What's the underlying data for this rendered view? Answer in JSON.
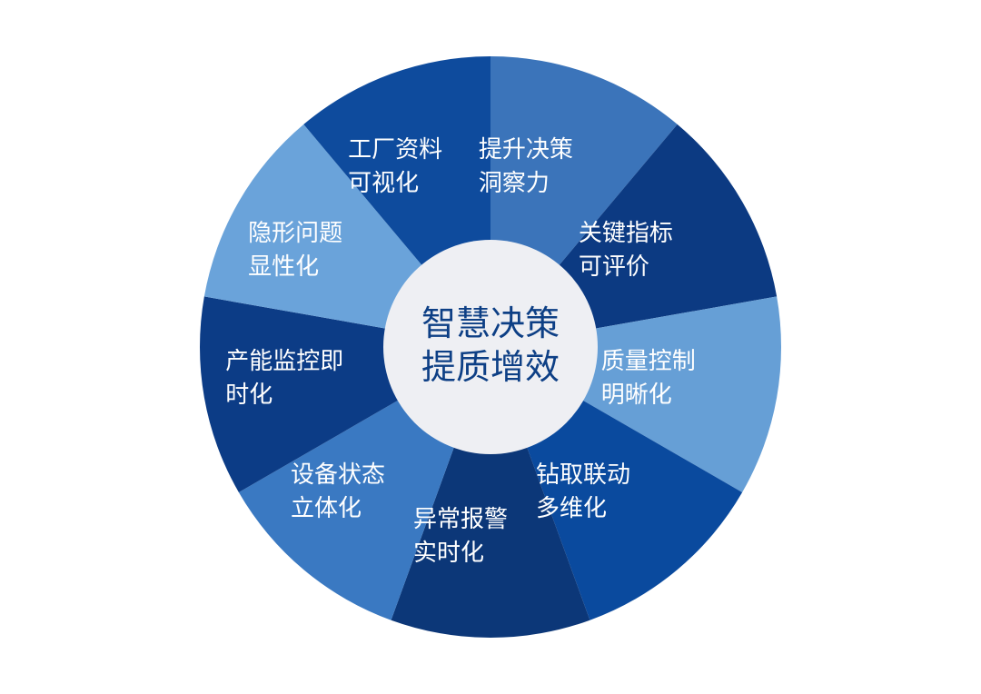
{
  "center": {
    "line1": "智慧决策",
    "line2": "提质增效",
    "fill": "#eeeff3",
    "text_color": "#0d3f85"
  },
  "segments": [
    {
      "line1": "提升决策",
      "line2": "洞察力",
      "color": "#3b74ba"
    },
    {
      "line1": "关键指标",
      "line2": "可评价",
      "color": "#0c3a82"
    },
    {
      "line1": "质量控制",
      "line2": "明晰化",
      "color": "#669fd6"
    },
    {
      "line1": "钻取联动",
      "line2": "多维化",
      "color": "#0a4a9e"
    },
    {
      "line1": "异常报警",
      "line2": "实时化",
      "color": "#0c3778"
    },
    {
      "line1": "设备状态",
      "line2": "立体化",
      "color": "#3a79c2"
    },
    {
      "line1": "产能监控即",
      "line2": "时化",
      "color": "#0c3c86"
    },
    {
      "line1": "隐形问题",
      "line2": "显性化",
      "color": "#6aa3da"
    },
    {
      "line1": "工厂资料",
      "line2": "可视化",
      "color": "#0e4b9d"
    }
  ]
}
